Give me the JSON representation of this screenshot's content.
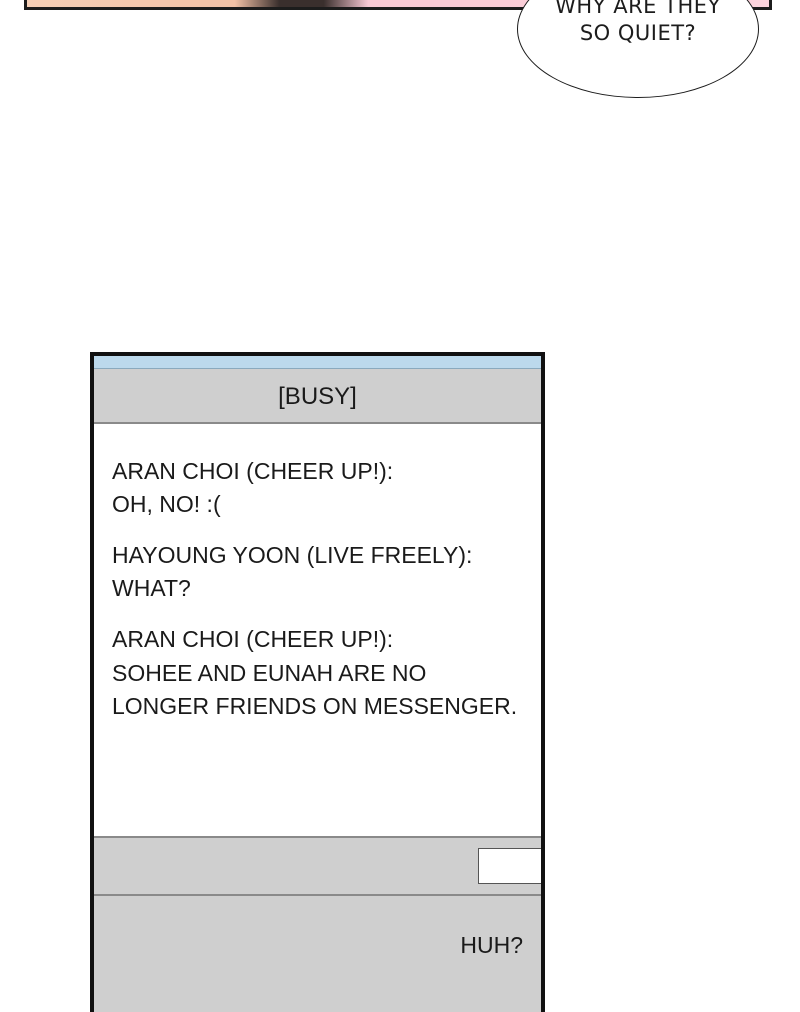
{
  "speech_bubble": {
    "line1": "WHY ARE THEY",
    "line2": "SO QUIET?"
  },
  "messenger": {
    "status": "[BUSY]",
    "chat_lines": [
      "ARAN CHOI (CHEER UP!):",
      "OH, NO! :(",
      "HAYOUNG YOON (LIVE FREELY):",
      "WHAT?",
      "ARAN CHOI (CHEER UP!):",
      "SOHEE AND EUNAH ARE NO",
      "LONGER FRIENDS ON MESSENGER."
    ],
    "input_text": "HUH?"
  },
  "colors": {
    "window_border": "#111111",
    "title_strip": "#bcd9ec",
    "panel_gray": "#cfcfcf",
    "chat_background": "#ffffff"
  }
}
